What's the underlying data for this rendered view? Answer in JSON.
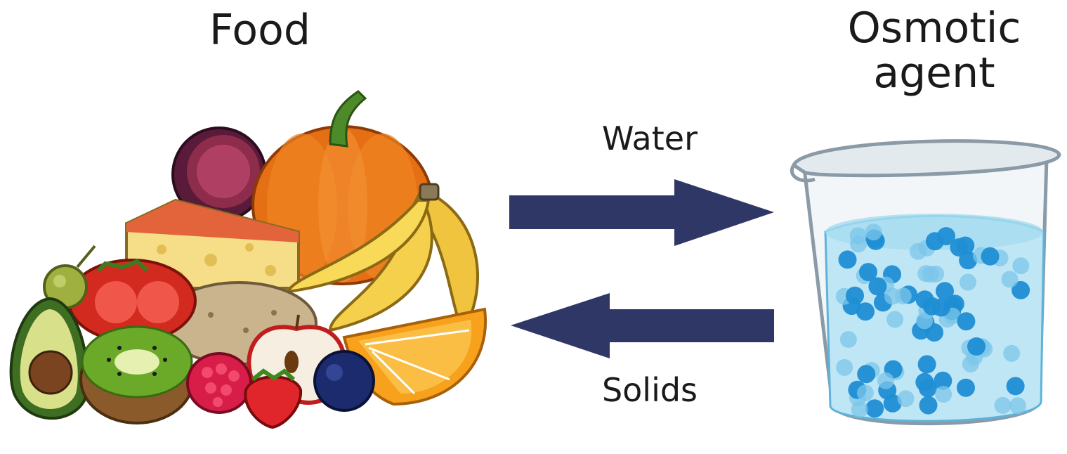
{
  "labels": {
    "food": "Food",
    "osmotic_agent_line1": "Osmotic",
    "osmotic_agent_line2": "agent",
    "water": "Water",
    "solids": "Solids"
  },
  "colors": {
    "arrow": "#2f3766",
    "liquid": "#bfe6f5",
    "particle_dark": "#1f8ed4",
    "particle_light": "#7cc6ea"
  },
  "icons": [
    "pumpkin-icon",
    "plum-icon",
    "cheese-icon",
    "banana-icon",
    "tomato-icon",
    "olive-icon",
    "avocado-icon",
    "potato-icon",
    "kiwi-icon",
    "orange-icon",
    "apple-icon",
    "raspberry-icon",
    "strawberry-icon",
    "blueberry-icon",
    "beaker-icon"
  ]
}
